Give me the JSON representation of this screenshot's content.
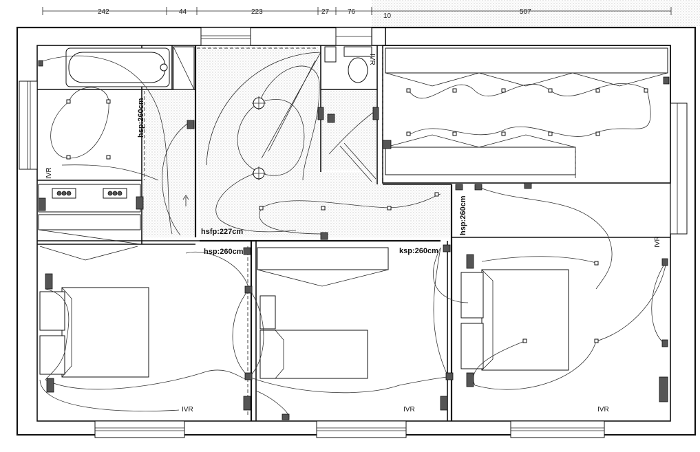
{
  "dimensions": {
    "d1": "242",
    "d2": "44",
    "d3": "223",
    "d4": "27",
    "d5": "76",
    "d6": "10",
    "d7": "507"
  },
  "labels": {
    "hsp_left": "hsp:260cm",
    "hsfp": "hsfp:227cm",
    "hsp_mid": "hsp:260cm",
    "ksp": "ksp:260cm",
    "hsp_right": "hsp:260cm"
  },
  "ivr": {
    "left_top": "IVR",
    "wc": "IVR",
    "right_wall": "IVR",
    "bottom_1": "IVR",
    "bottom_2": "IVR",
    "bottom_3": "IVR"
  }
}
